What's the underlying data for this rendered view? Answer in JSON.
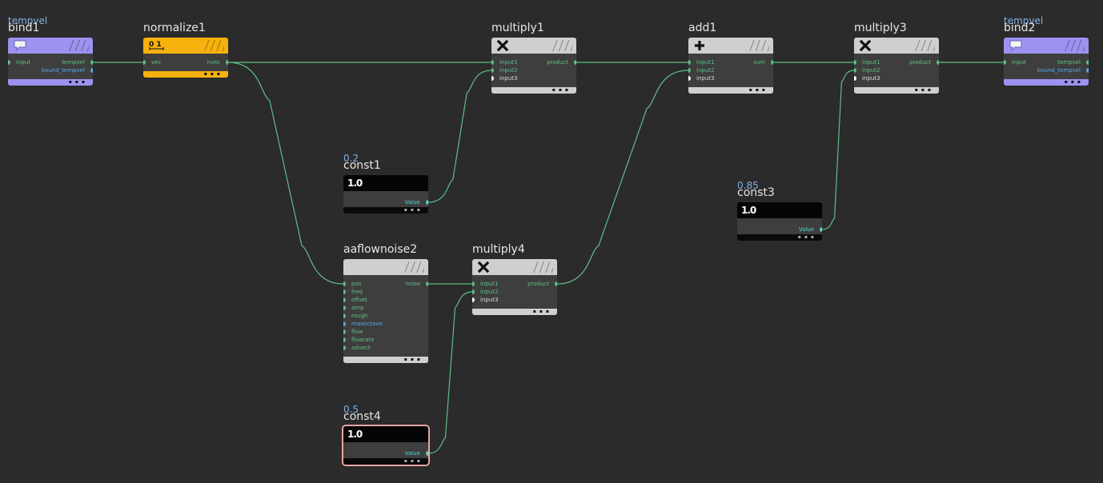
{
  "colors": {
    "background": "#2b2b2b",
    "wire": "#5fbf86",
    "port_green": "#5fbf86",
    "port_cyan": "#4fd6d0",
    "port_blue": "#5aa8e6",
    "port_white": "#ffffff",
    "bind_header": "#9b93ef",
    "normalize_header": "#f6b10d",
    "math_header": "#cfcfcf",
    "const_header": "#050505",
    "selected_border": "#e8a5a5",
    "comment": "#7fb3e6"
  },
  "nodes": {
    "bind1": {
      "comment": "tempvel",
      "name": "bind1",
      "icon": "pin-icon",
      "inputs": [
        {
          "label": "input",
          "color": "port_green"
        }
      ],
      "outputs": [
        {
          "label": "tempvel",
          "color": "port_green"
        },
        {
          "label": "bound_tempvel",
          "color": "port_blue"
        }
      ]
    },
    "normalize1": {
      "name": "normalize1",
      "icon": "normalize-icon",
      "icon_text": "0 1",
      "inputs": [
        {
          "label": "vec",
          "color": "port_green"
        }
      ],
      "outputs": [
        {
          "label": "nvec",
          "color": "port_green"
        }
      ]
    },
    "multiply1": {
      "name": "multiply1",
      "icon": "multiply-icon",
      "inputs": [
        {
          "label": "input1",
          "color": "port_green"
        },
        {
          "label": "input2",
          "color": "port_green"
        },
        {
          "label": "input3",
          "color": "port_white"
        }
      ],
      "outputs": [
        {
          "label": "product",
          "color": "port_green"
        }
      ]
    },
    "add1": {
      "name": "add1",
      "icon": "add-icon",
      "inputs": [
        {
          "label": "input1",
          "color": "port_green"
        },
        {
          "label": "input2",
          "color": "port_green"
        },
        {
          "label": "input3",
          "color": "port_white"
        }
      ],
      "outputs": [
        {
          "label": "sum",
          "color": "port_green"
        }
      ]
    },
    "multiply3": {
      "name": "multiply3",
      "icon": "multiply-icon",
      "inputs": [
        {
          "label": "input1",
          "color": "port_green"
        },
        {
          "label": "input2",
          "color": "port_green"
        },
        {
          "label": "input3",
          "color": "port_white"
        }
      ],
      "outputs": [
        {
          "label": "product",
          "color": "port_green"
        }
      ]
    },
    "bind2": {
      "comment": "tempvel",
      "name": "bind2",
      "icon": "pin-icon",
      "inputs": [
        {
          "label": "input",
          "color": "port_green"
        }
      ],
      "outputs": [
        {
          "label": "tempvel",
          "color": "port_green"
        },
        {
          "label": "bound_tempvel",
          "color": "port_blue"
        }
      ]
    },
    "const1": {
      "comment": "0.2",
      "name": "const1",
      "icon": "constant-icon",
      "icon_text": "1.0",
      "inputs": [],
      "outputs": [
        {
          "label": "Value",
          "color": "port_cyan"
        }
      ]
    },
    "const3": {
      "comment": "0.85",
      "name": "const3",
      "icon": "constant-icon",
      "icon_text": "1.0",
      "inputs": [],
      "outputs": [
        {
          "label": "Value",
          "color": "port_cyan"
        }
      ]
    },
    "aaflownoise2": {
      "name": "aaflownoise2",
      "icon": "",
      "inputs": [
        {
          "label": "pos",
          "color": "port_green"
        },
        {
          "label": "freq",
          "color": "port_green"
        },
        {
          "label": "offset",
          "color": "port_green"
        },
        {
          "label": "amp",
          "color": "port_green"
        },
        {
          "label": "rough",
          "color": "port_green"
        },
        {
          "label": "maxoctave",
          "color": "port_blue"
        },
        {
          "label": "flow",
          "color": "port_green"
        },
        {
          "label": "flowrate",
          "color": "port_green"
        },
        {
          "label": "advect",
          "color": "port_green"
        }
      ],
      "outputs": [
        {
          "label": "noise",
          "color": "port_green"
        }
      ]
    },
    "multiply4": {
      "name": "multiply4",
      "icon": "multiply-icon",
      "inputs": [
        {
          "label": "input1",
          "color": "port_green"
        },
        {
          "label": "input2",
          "color": "port_green"
        },
        {
          "label": "input3",
          "color": "port_white"
        }
      ],
      "outputs": [
        {
          "label": "product",
          "color": "port_green"
        }
      ]
    },
    "const4": {
      "comment": "0.5",
      "name": "const4",
      "icon": "constant-icon",
      "icon_text": "1.0",
      "selected": true,
      "inputs": [],
      "outputs": [
        {
          "label": "Value",
          "color": "port_cyan"
        }
      ]
    }
  },
  "connections": [
    {
      "from": "bind1.tempvel",
      "to": "normalize1.vec"
    },
    {
      "from": "normalize1.nvec",
      "to": "multiply1.input1"
    },
    {
      "from": "normalize1.nvec",
      "to": "aaflownoise2.pos"
    },
    {
      "from": "const1.Value",
      "to": "multiply1.input2"
    },
    {
      "from": "multiply1.product",
      "to": "add1.input1"
    },
    {
      "from": "add1.sum",
      "to": "multiply3.input1"
    },
    {
      "from": "const3.Value",
      "to": "multiply3.input2"
    },
    {
      "from": "multiply3.product",
      "to": "bind2.input"
    },
    {
      "from": "aaflownoise2.noise",
      "to": "multiply4.input1"
    },
    {
      "from": "const4.Value",
      "to": "multiply4.input2"
    },
    {
      "from": "multiply4.product",
      "to": "add1.input2"
    }
  ]
}
